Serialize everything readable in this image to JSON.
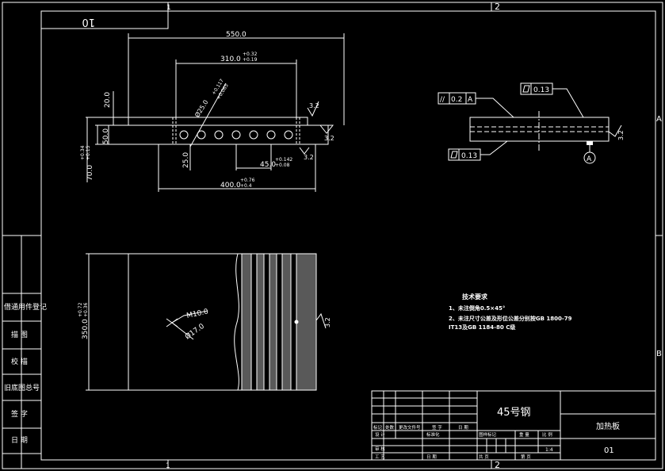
{
  "sheet": {
    "zones_top": [
      "1",
      "2"
    ],
    "zones_bottom": [
      "1",
      "2"
    ],
    "zones_right": [
      "A",
      "B"
    ],
    "drawing_code_rotated": "10"
  },
  "front_view": {
    "dim_overall_length": "550.0",
    "dim_hole_span": "310.0",
    "dim_hole_span_tol_upper": "+0.32",
    "dim_hole_span_tol_lower": "+0.19",
    "dim_hole_dia": "Ø25.0",
    "dim_hole_dia_tol_upper": "+0.117",
    "dim_hole_dia_tol_lower": "+0.065",
    "dim_flange_height": "20.0",
    "dim_body_height": "50.0",
    "dim_total_height": "70.0",
    "dim_total_height_tol_upper": "+0.34",
    "dim_total_height_tol_lower": "+0.15",
    "dim_small_width": "25.0",
    "dim_hole_pitch": "45.0",
    "dim_hole_pitch_tol_upper": "+0.142",
    "dim_hole_pitch_tol_lower": "+0.08",
    "dim_base_length": "400.0",
    "dim_base_length_tol_upper": "+0.76",
    "dim_base_length_tol_lower": "+0.4",
    "roughness_top": "3.2",
    "roughness_right": "3.2",
    "roughness_bottom": "3.2"
  },
  "gdt_view": {
    "parallelism_symbol": "//",
    "parallelism_value": "0.2",
    "parallelism_datum": "A",
    "flatness_top_value": "0.13",
    "flatness_bottom_value": "0.13",
    "datum_label": "A",
    "roughness_side": "3.2"
  },
  "top_view": {
    "dim_width": "350.0",
    "dim_width_tol_upper": "+0.72",
    "dim_width_tol_lower": "+0.36",
    "thread_label": "M10.0",
    "counterbore_label": "Ø17.0",
    "roughness_side": "3.2"
  },
  "tech_notes": {
    "title": "技术要求",
    "line1": "1、未注倒角0.5×45°",
    "line2": "2、未注尺寸公差及形位公差分别按GB 1800-79",
    "line3": "IT13及GB 1184-80 C级"
  },
  "side_panel": {
    "items": [
      "借通用件登记",
      "描 图",
      "校 描",
      "旧底图总号",
      "签 字",
      "日 期"
    ]
  },
  "title_block": {
    "material": "45号钢",
    "part_name": "加热板",
    "drawing_number": "01",
    "row_labels": [
      "标记",
      "处数",
      "更改文件号",
      "签 字",
      "日 期"
    ],
    "design_label": "设 计",
    "standard_label": "标准化",
    "stage_mark_label": "图样标记",
    "weight_label": "重 量",
    "scale_label": "比 例",
    "scale_value": "1:4",
    "review_label": "审 核",
    "process_label": "工 艺",
    "date_label": "日 期",
    "total_label": "共 页",
    "sheet_label": "第 页"
  }
}
